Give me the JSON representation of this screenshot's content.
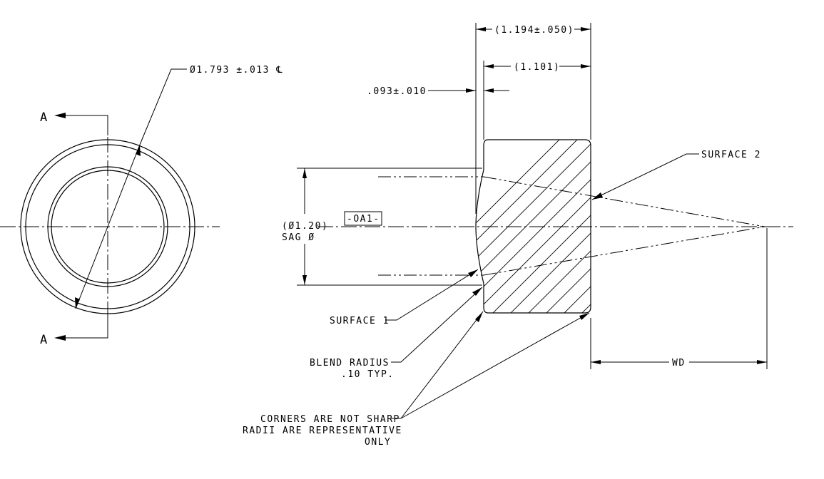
{
  "front_view": {
    "section_label_top": "A",
    "section_label_bottom": "A",
    "diameter_callout": "Ø1.793 ±.013 ℄"
  },
  "side_view": {
    "overall_thickness": "(1.194±.050)",
    "center_thickness": "(1.101)",
    "edge_offset": ".093±.010",
    "datum": "-OA1-",
    "sag_diameter_line1": "(Ø1.20)",
    "sag_diameter_line2": "SAG Ø",
    "surface_2": "SURFACE 2",
    "surface_1": "SURFACE 1",
    "blend_radius_line1": "BLEND  RADIUS",
    "blend_radius_line2": ".10 TYP.",
    "note_line1": "CORNERS ARE NOT SHARP",
    "note_line2": "RADII ARE REPRESENTATIVE",
    "note_line3": "ONLY",
    "working_distance": "WD"
  }
}
